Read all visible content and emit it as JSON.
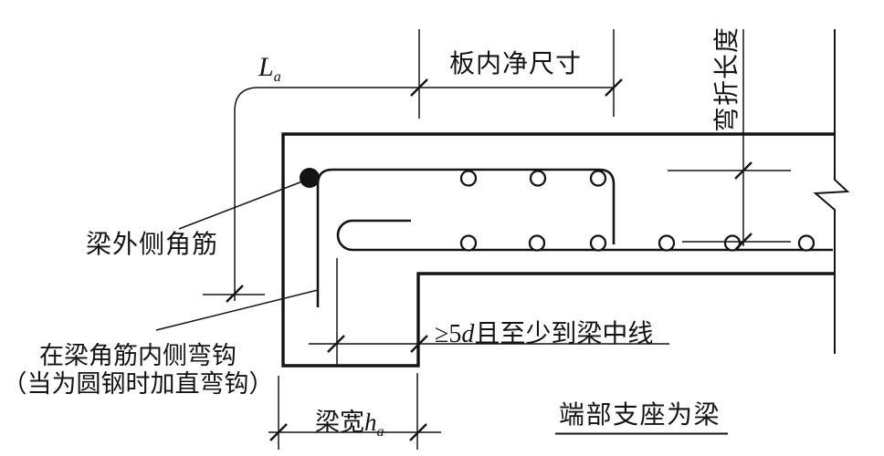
{
  "figure": {
    "title_hint": "slab-rebar-anchorage-at-end-beam-support-detail",
    "colors": {
      "ink": "#141414",
      "background": "#ffffff"
    },
    "labels": {
      "anchorage": {
        "symbol": "L",
        "subscript": "a"
      },
      "slab_clear_span": "板内净尺寸",
      "bend_length": "弯折长度",
      "beam_outer_corner_bar": "梁外侧角筋",
      "hook_note_line1": "在梁角筋内侧弯钩",
      "hook_note_line2": "（当为圆钢时加直弯钩）",
      "bottom_bar_extension": {
        "prefix": "≥5",
        "variable": "d",
        "suffix": "且至少到梁中线"
      },
      "beam_width": {
        "prefix": "梁宽",
        "variable": "h",
        "subscript": "a"
      },
      "end_support": "端部支座为梁"
    }
  }
}
